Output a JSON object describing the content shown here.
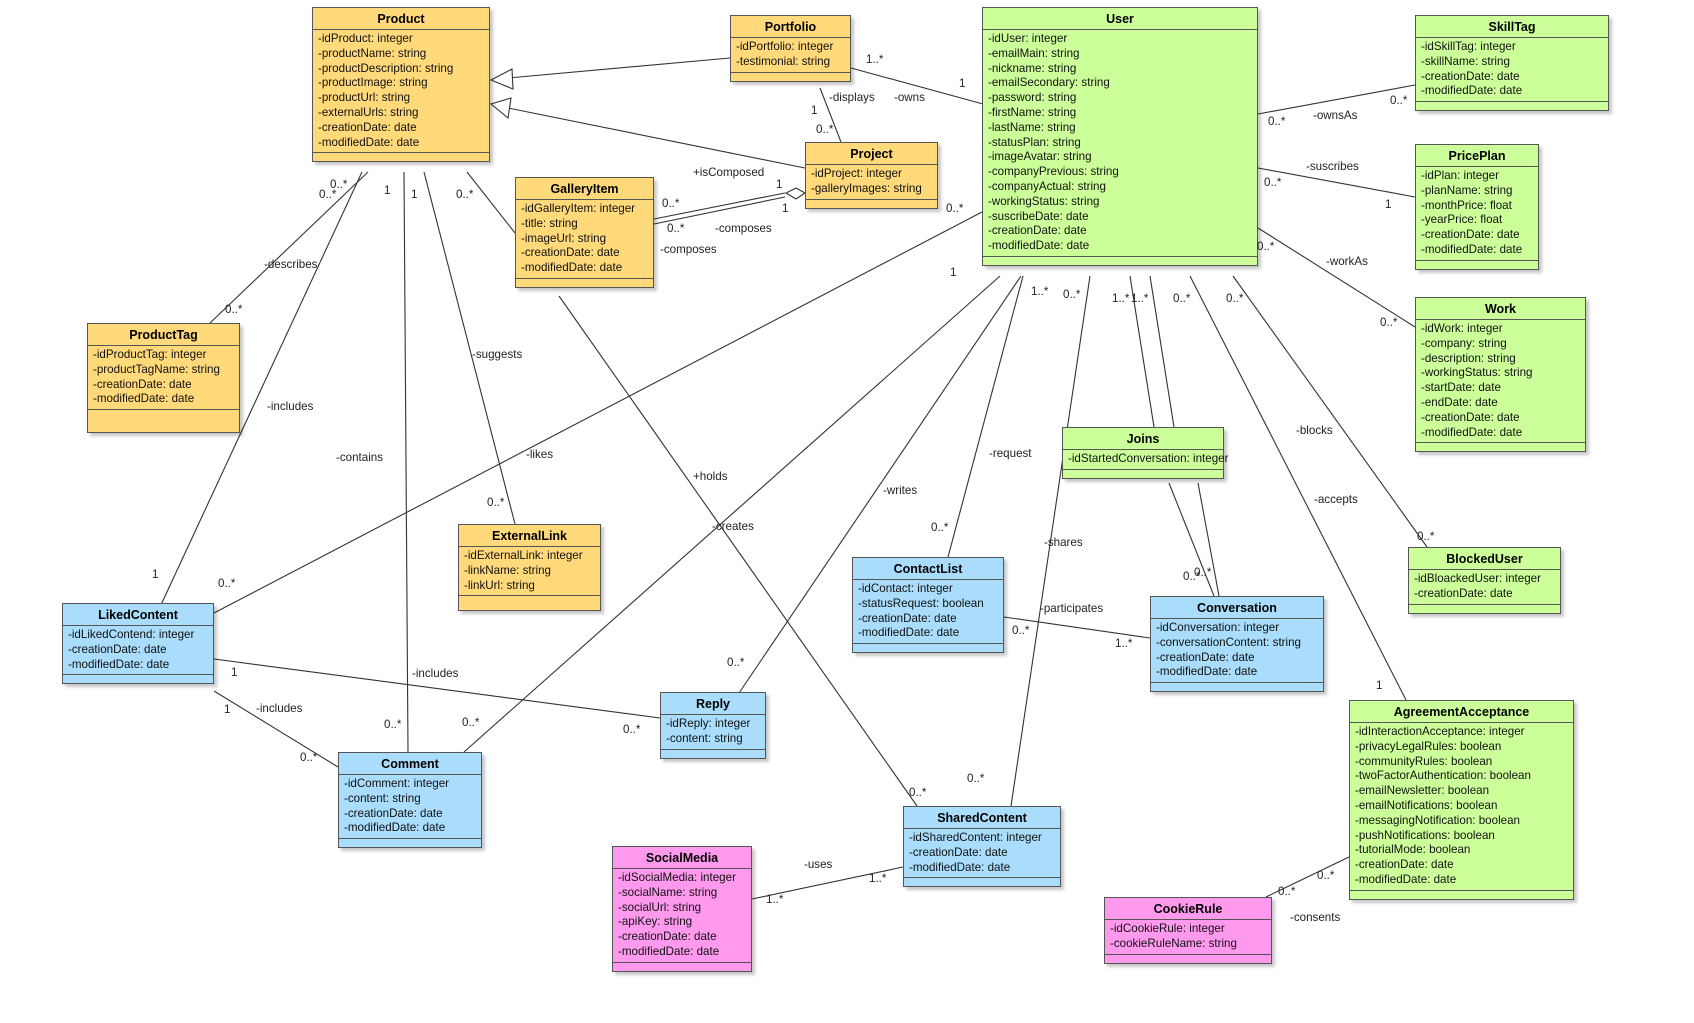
{
  "colors": {
    "orange": "#ffd97a",
    "green": "#ccff99",
    "blue": "#a9ddfb",
    "pink": "#ff99ee",
    "line": "#333333"
  },
  "classes": {
    "product": {
      "name": "Product",
      "attrs": [
        "-idProduct: integer",
        "-productName: string",
        "-productDescription: string",
        "-productImage: string",
        "-productUrl: string",
        "-externalUrls: string",
        "-creationDate: date",
        "-modifiedDate: date"
      ]
    },
    "portfolio": {
      "name": "Portfolio",
      "attrs": [
        "-idPortfolio: integer",
        "-testimonial: string"
      ]
    },
    "user": {
      "name": "User",
      "attrs": [
        "-idUser: integer",
        "-emailMain: string",
        "-nickname: string",
        "-emailSecondary: string",
        "-password: string",
        "-firstName: string",
        "-lastName: string",
        "-statusPlan: string",
        "-imageAvatar: string",
        "-companyPrevious: string",
        "-companyActual: string",
        "-workingStatus: string",
        "-suscribeDate: date",
        "-creationDate: date",
        "-modifiedDate: date"
      ]
    },
    "skilltag": {
      "name": "SkillTag",
      "attrs": [
        "-idSkillTag: integer",
        "-skillName: string",
        "-creationDate: date",
        "-modifiedDate: date"
      ]
    },
    "priceplan": {
      "name": "PricePlan",
      "attrs": [
        "-idPlan: integer",
        "-planName: string",
        "-monthPrice: float",
        "-yearPrice: float",
        "-creationDate: date",
        "-modifiedDate: date"
      ]
    },
    "work": {
      "name": "Work",
      "attrs": [
        "-idWork: integer",
        "-company: string",
        "-description: string",
        "-workingStatus: string",
        "-startDate: date",
        "-endDate: date",
        "-creationDate: date",
        "-modifiedDate: date"
      ]
    },
    "project": {
      "name": "Project",
      "attrs": [
        "-idProject: integer",
        "-galleryImages: string"
      ]
    },
    "galleryitem": {
      "name": "GalleryItem",
      "attrs": [
        "-idGalleryItem: integer",
        "-title: string",
        "-imageUrl: string",
        "-creationDate: date",
        "-modifiedDate: date"
      ]
    },
    "producttag": {
      "name": "ProductTag",
      "attrs": [
        "-idProductTag: integer",
        "-productTagName: string",
        "-creationDate: date",
        "-modifiedDate: date"
      ]
    },
    "externallink": {
      "name": "ExternalLink",
      "attrs": [
        "-idExternalLink: integer",
        "-linkName: string",
        "-linkUrl: string"
      ]
    },
    "joins": {
      "name": "Joins",
      "attrs": [
        "-idStartedConversation: integer"
      ]
    },
    "contactlist": {
      "name": "ContactList",
      "attrs": [
        "-idContact: integer",
        "-statusRequest: boolean",
        "-creationDate: date",
        "-modifiedDate: date"
      ]
    },
    "conversation": {
      "name": "Conversation",
      "attrs": [
        "-idConversation: integer",
        "-conversationContent: string",
        "-creationDate: date",
        "-modifiedDate: date"
      ]
    },
    "blockeduser": {
      "name": "BlockedUser",
      "attrs": [
        "-idBloackedUser: integer",
        "-creationDate: date"
      ]
    },
    "likedcontent": {
      "name": "LikedContent",
      "attrs": [
        "-idLikedContend: integer",
        "-creationDate: date",
        "-modifiedDate: date"
      ]
    },
    "reply": {
      "name": "Reply",
      "attrs": [
        "-idReply: integer",
        "-content: string"
      ]
    },
    "comment": {
      "name": "Comment",
      "attrs": [
        "-idComment: integer",
        "-content: string",
        "-creationDate: date",
        "-modifiedDate: date"
      ]
    },
    "agreementacceptance": {
      "name": "AgreementAcceptance",
      "attrs": [
        "-idInteractionAcceptance: integer",
        "-privacyLegalRules: boolean",
        "-communityRules: boolean",
        "-twoFactorAuthentication: boolean",
        "-emailNewsletter: boolean",
        "-emailNotifications: boolean",
        "-messagingNotification: boolean",
        "-pushNotifications: boolean",
        "-tutorialMode: boolean",
        "-creationDate: date",
        "-modifiedDate: date"
      ]
    },
    "sharedcontent": {
      "name": "SharedContent",
      "attrs": [
        "-idSharedContent: integer",
        "-creationDate: date",
        "-modifiedDate: date"
      ]
    },
    "socialmedia": {
      "name": "SocialMedia",
      "attrs": [
        "-idSocialMedia: integer",
        "-socialName: string",
        "-socialUrl: string",
        "-apiKey: string",
        "-creationDate: date",
        "-modifiedDate: date"
      ]
    },
    "cookierule": {
      "name": "CookieRule",
      "attrs": [
        "-idCookieRule: integer",
        "-cookieRuleName: string"
      ]
    }
  },
  "labels": [
    "1..*",
    "1",
    "-owns",
    "-displays",
    "1",
    "0..*",
    "+isComposed",
    "1",
    "1",
    "0..*",
    "0..*",
    "-composes",
    "-composes",
    "0..*",
    "-ownsAs",
    "0..*",
    "0..*",
    "-suscribes",
    "0..*",
    "1",
    "-workAs",
    "0..*",
    "0..*",
    "0..*",
    "0..*",
    "1",
    "1",
    "0..*",
    "-describes",
    "0..*",
    "-includes",
    "1",
    "-contains",
    "-suggests",
    "0..*",
    "-likes",
    "0..*",
    "1",
    "1..*",
    "0..*",
    "1..*",
    "1..*",
    "0..*",
    "0..*",
    "-request",
    "0..*",
    "-writes",
    "0..*",
    "+holds",
    "-creates",
    "-shares",
    "0..*",
    "-participates",
    "1..*",
    "0..*",
    "0..*",
    "-blocks",
    "0..*",
    "-accepts",
    "1",
    "-includes",
    "0..*",
    "1",
    "-includes",
    "1",
    "0..*",
    "0..*",
    "0..*",
    "0..*",
    "0..*",
    "-uses",
    "1..*",
    "1..*",
    "0..*",
    "-consents",
    "0..*"
  ]
}
